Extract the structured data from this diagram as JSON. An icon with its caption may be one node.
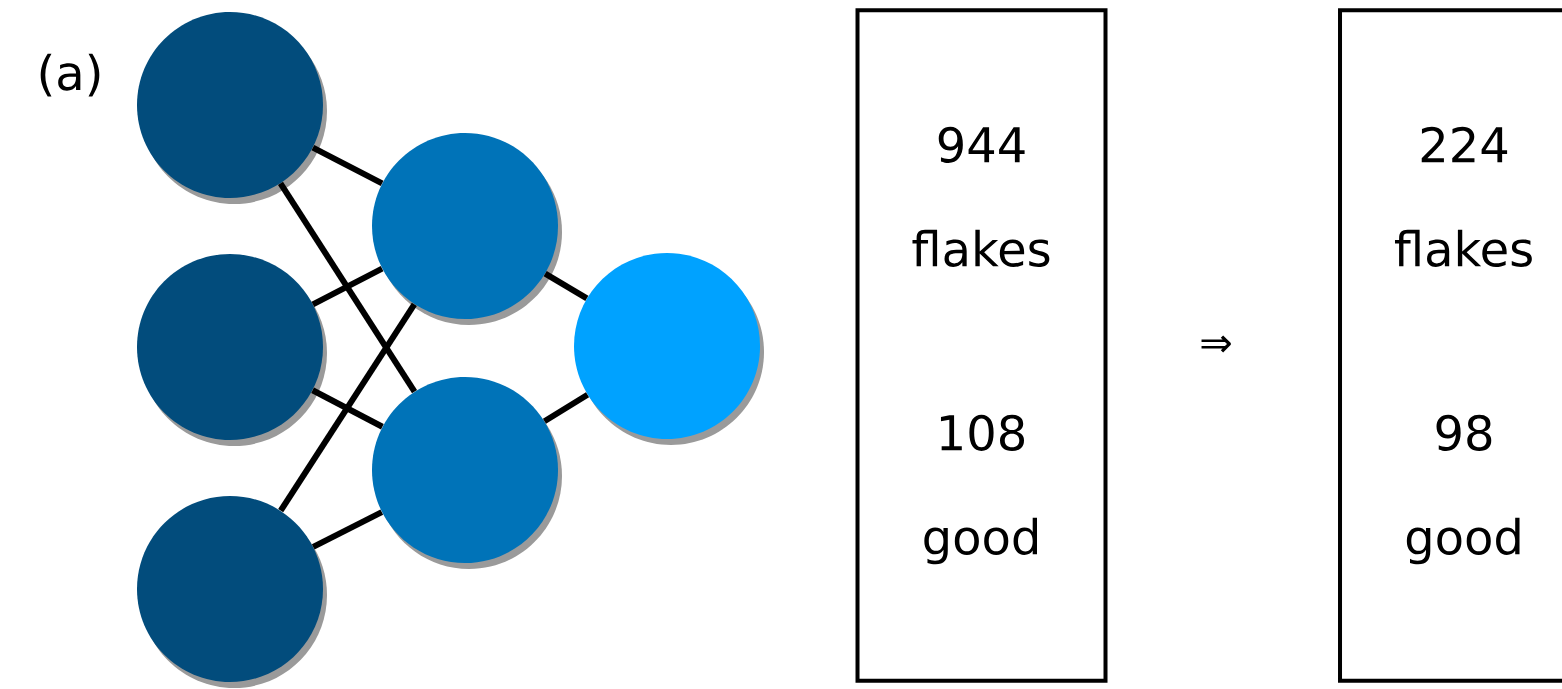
{
  "diagram": {
    "nodes": [
      {
        "text": [],
        "shape": "circle"
      },
      {
        "text": [],
        "shape": "circle"
      },
      {
        "text": [],
        "shape": "circle"
      },
      {
        "text": [],
        "shape": "circle"
      },
      {
        "text": [],
        "shape": "circle"
      },
      {
        "text": [],
        "shape": "circle"
      },
      {
        "text": [
          "944 flakes",
          "108 good"
        ]
      },
      {
        "text": [
          "224 flakes",
          "98 good"
        ]
      }
    ],
    "edges": [
      {
        "from": 0,
        "to": 3,
        "arrow": "none"
      },
      {
        "from": 0,
        "to": 4,
        "arrow": "none"
      },
      {
        "from": 1,
        "to": 3,
        "arrow": "none"
      },
      {
        "from": 1,
        "to": 4,
        "arrow": "none"
      },
      {
        "from": 2,
        "to": 3,
        "arrow": "none"
      },
      {
        "from": 2,
        "to": 4,
        "arrow": "none"
      },
      {
        "from": 3,
        "to": 5,
        "arrow": "none"
      },
      {
        "from": 4,
        "to": 5,
        "arrow": "none"
      }
    ],
    "labels": [
      "(a)",
      "⇒"
    ]
  }
}
